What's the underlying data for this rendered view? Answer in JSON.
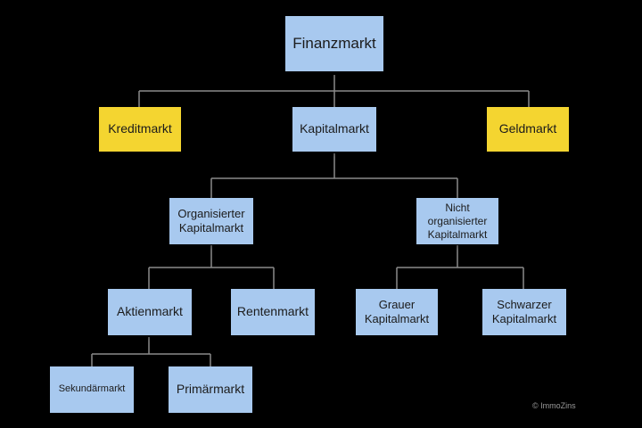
{
  "nodes": {
    "finanzmarkt": "Finanzmarkt",
    "kreditmarkt": "Kreditmarkt",
    "kapitalmarkt": "Kapitalmarkt",
    "geldmarkt": "Geldmarkt",
    "organisierter": "Organisierter\nKapitalmarkt",
    "nicht_organisierter": "Nicht\norganisierter\nKapitalmarkt",
    "aktienmarkt": "Aktienmarkt",
    "rentenmarkt": "Rentenmarkt",
    "grauer": "Grauer\nKapitalmarkt",
    "schwarzer": "Schwarzer\nKapitalmarkt",
    "sekundaermarkt": "Sekundärmarkt",
    "primaermarkt": "Primärmarkt"
  },
  "colors": {
    "note_blue": "#a8c9ef",
    "note_yellow": "#f4d530",
    "connector": "#8a8a8a"
  },
  "copyright": "© ImmoZins"
}
